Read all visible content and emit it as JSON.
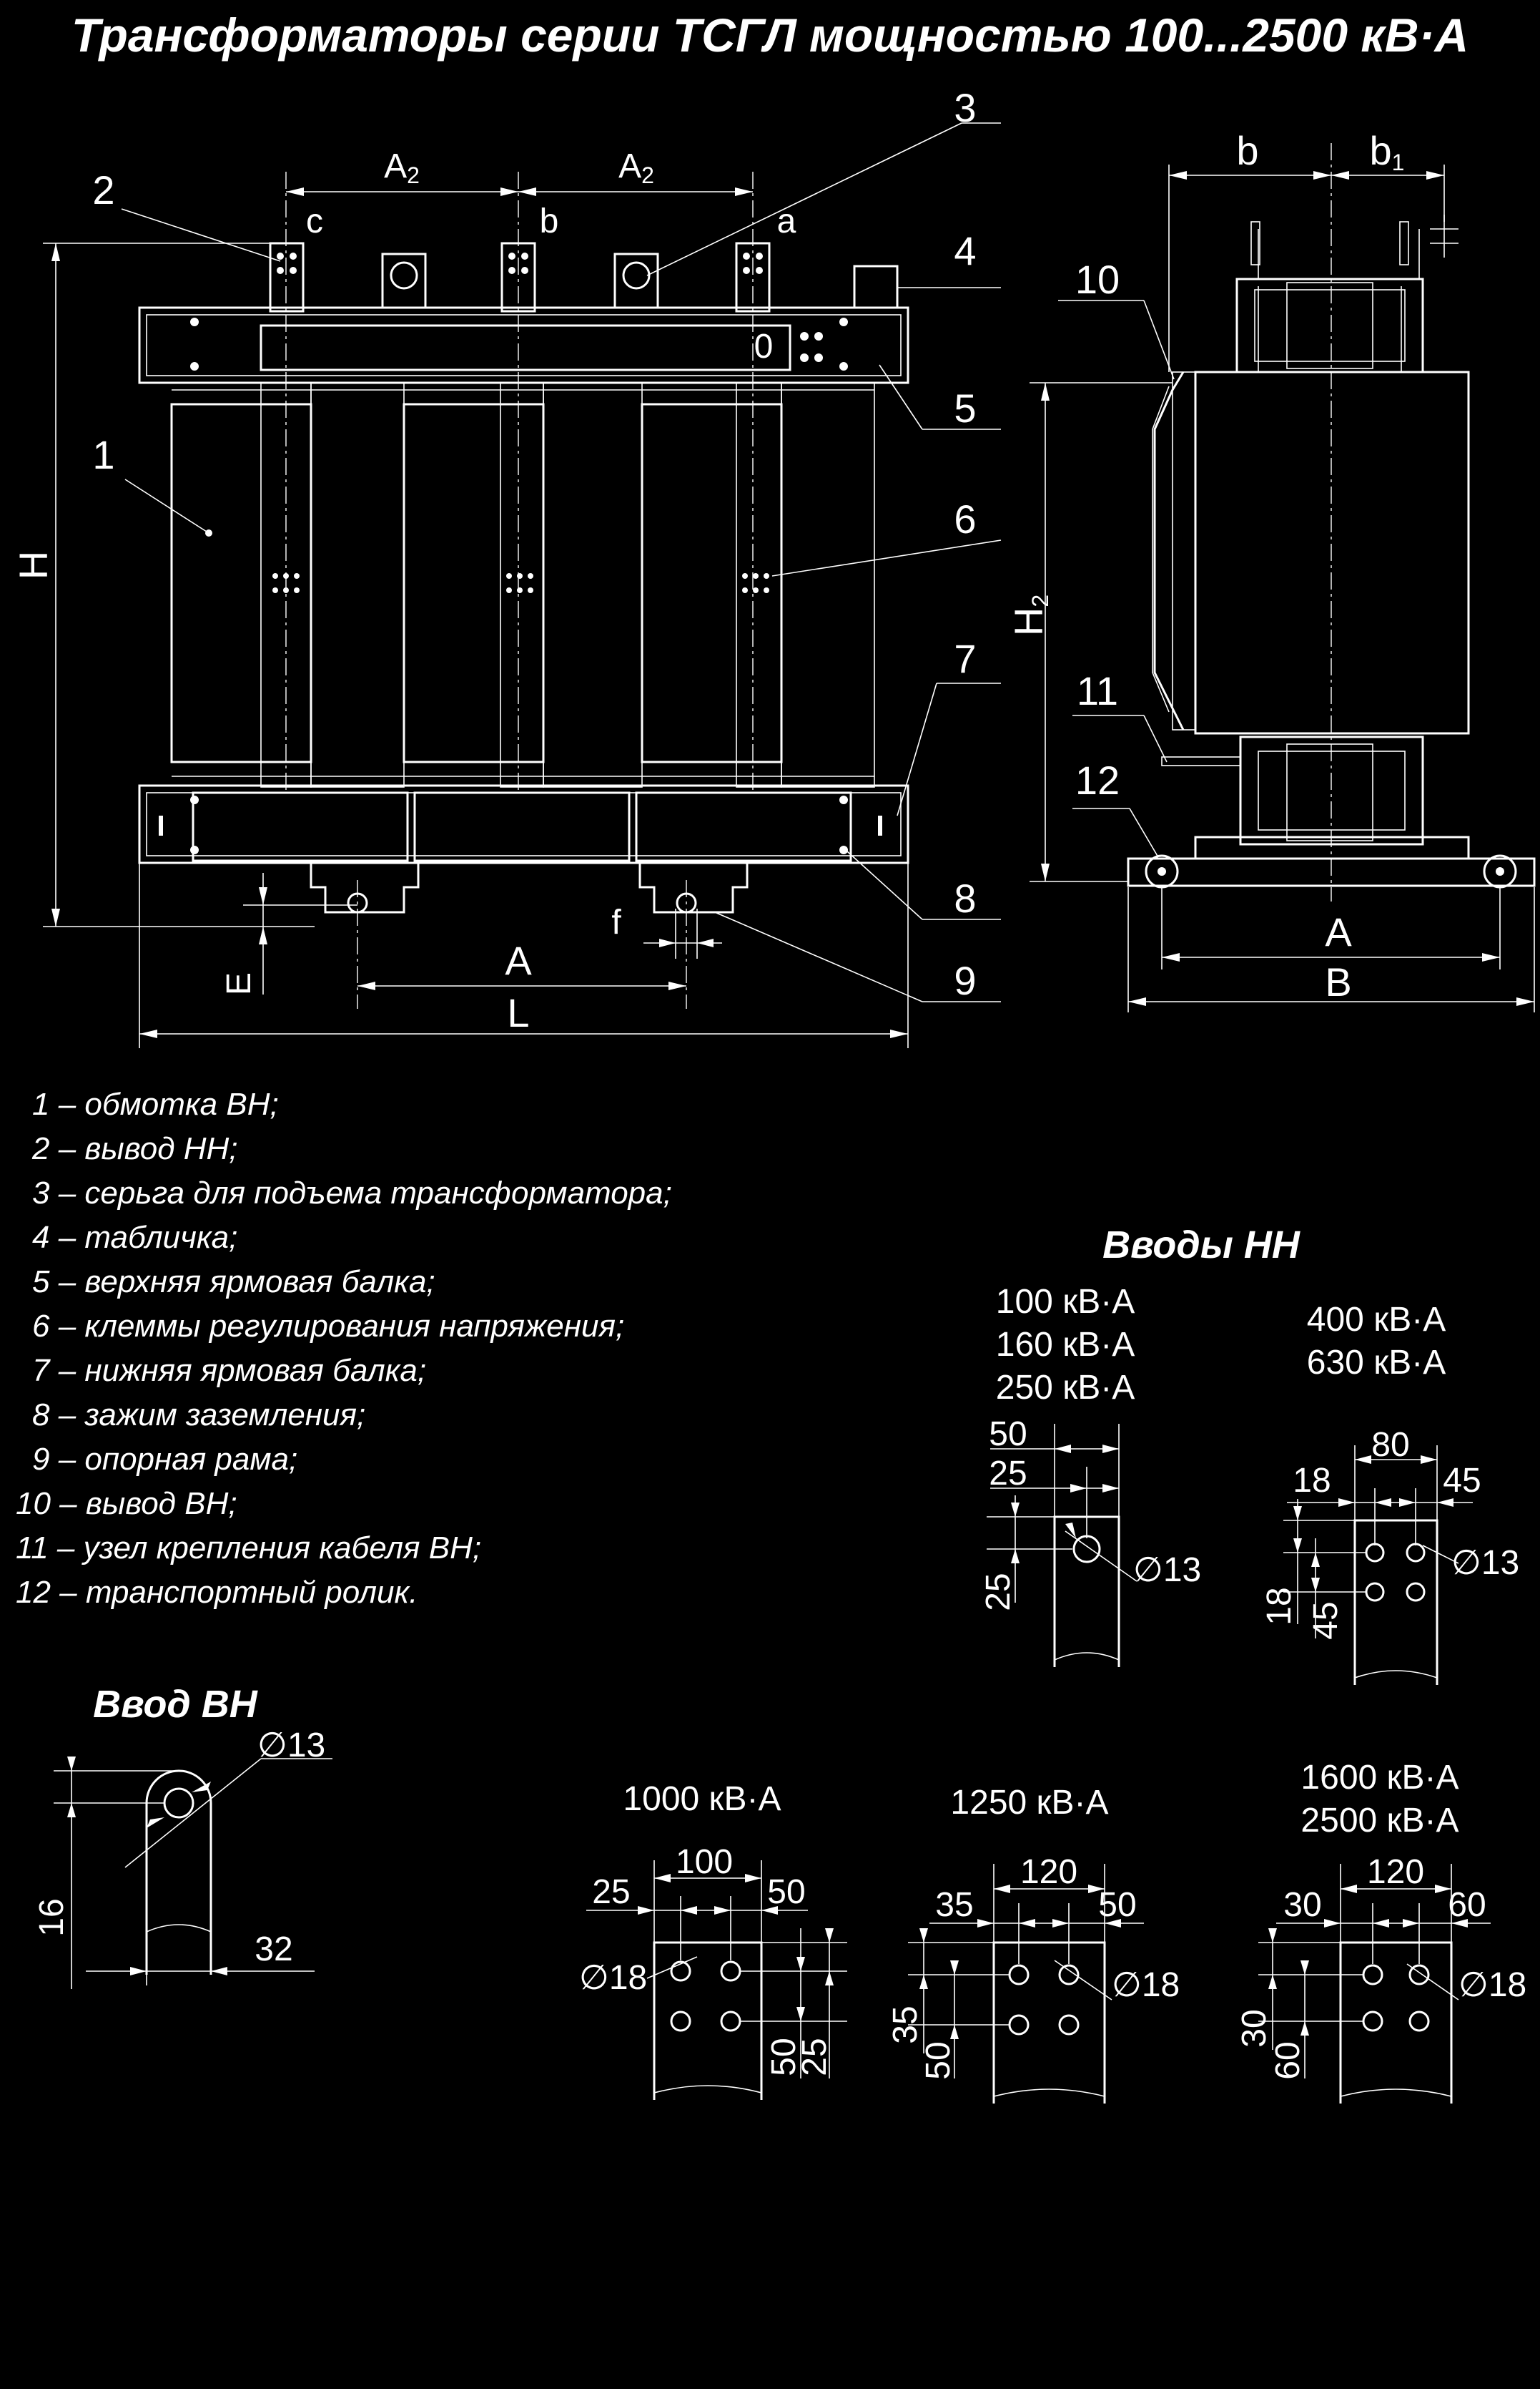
{
  "title": "Трансформаторы серии  ТСГЛ  мощностью 100...2500 кВ·А",
  "front_view": {
    "dims": {
      "A2_left": "A",
      "A2_right": "A",
      "sub2": "2",
      "H": "H",
      "E": "E",
      "f": "f",
      "A": "A",
      "L": "L"
    },
    "phases": {
      "c": "c",
      "b": "b",
      "a": "a",
      "zero": "0"
    },
    "callouts": [
      "1",
      "2",
      "3",
      "4",
      "5",
      "6",
      "7",
      "8",
      "9"
    ]
  },
  "side_view": {
    "dims": {
      "b": "b",
      "b1": "b",
      "sub1": "1",
      "H2": "H",
      "sub2": "2",
      "A": "A",
      "B": "B"
    },
    "callouts": [
      "10",
      "11",
      "12"
    ]
  },
  "legend": [
    "1 – обмотка ВН;",
    "2 – вывод НН;",
    "3 – серьга для подъема трансформатора;",
    "4 – табличка;",
    "5 – верхняя ярмовая балка;",
    "6 – клеммы регулирования напряжения;",
    "7 – нижняя ярмовая балка;",
    "8 – зажим заземления;",
    "9 – опорная рама;",
    "10 – вывод ВН;",
    "11 – узел крепления кабеля ВН;",
    "12 – транспортный ролик."
  ],
  "nn_inputs": {
    "heading": "Вводы НН",
    "group1": {
      "ratings": [
        "100 кВ·А",
        "160 кВ·А",
        "250 кВ·А"
      ],
      "d50": "50",
      "d25": "25",
      "d25v": "25",
      "hole": "∅13"
    },
    "group2": {
      "ratings": [
        "400 кВ·А",
        "630 кВ·А"
      ],
      "d80": "80",
      "d18": "18",
      "d45": "45",
      "d18v": "18",
      "d45v": "45",
      "hole": "∅13"
    },
    "group3": {
      "ratings": [
        "1000 кВ·А"
      ],
      "d100": "100",
      "d25": "25",
      "d50": "50",
      "hole": "∅18",
      "d50v": "50",
      "d25v": "25"
    },
    "group4": {
      "ratings": [
        "1250 кВ·А"
      ],
      "d120": "120",
      "d35": "35",
      "d50": "50",
      "hole": "∅18",
      "d35v": "35",
      "d50v": "50"
    },
    "group5": {
      "ratings": [
        "1600 кВ·А",
        "2500 кВ·А"
      ],
      "d120": "120",
      "d30": "30",
      "d60": "60",
      "hole": "∅18",
      "d30v": "30",
      "d60v": "60"
    }
  },
  "vn_input": {
    "heading": "Ввод ВН",
    "hole": "∅13",
    "d16": "16",
    "d32": "32"
  }
}
